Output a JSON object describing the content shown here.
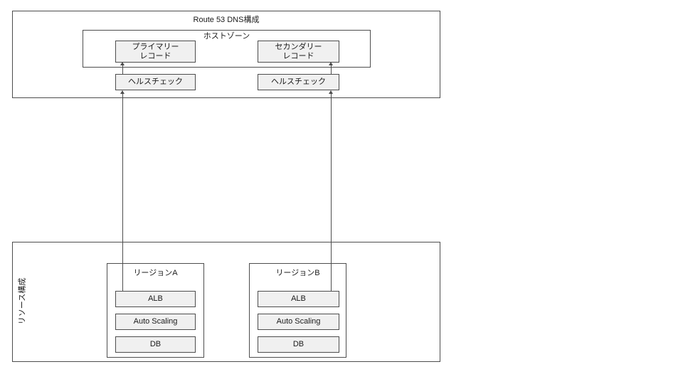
{
  "diagram": {
    "dns_section": {
      "title": "Route 53 DNS構成",
      "hosted_zone": {
        "title": "ホストゾーン",
        "records": [
          {
            "id": "primary-record",
            "label": "プライマリー\nレコード"
          },
          {
            "id": "secondary-record",
            "label": "セカンダリー\nレコード"
          }
        ]
      },
      "health_checks": [
        {
          "id": "health-check-a",
          "label": "ヘルスチェック"
        },
        {
          "id": "health-check-b",
          "label": "ヘルスチェック"
        }
      ]
    },
    "resource_section": {
      "label": "リソース構成",
      "regions": [
        {
          "id": "region-a",
          "title": "リージョンA",
          "components": [
            {
              "id": "alb-a",
              "label": "ALB"
            },
            {
              "id": "asg-a",
              "label": "Auto Scaling"
            },
            {
              "id": "db-a",
              "label": "DB"
            }
          ]
        },
        {
          "id": "region-b",
          "title": "リージョンB",
          "components": [
            {
              "id": "alb-b",
              "label": "ALB"
            },
            {
              "id": "asg-b",
              "label": "Auto Scaling"
            },
            {
              "id": "db-b",
              "label": "DB"
            }
          ]
        }
      ]
    },
    "colors": {
      "node_fill": "#f0f0f0",
      "stroke": "#4d4d4d",
      "background": "#ffffff",
      "text": "#1a1a1a"
    }
  }
}
